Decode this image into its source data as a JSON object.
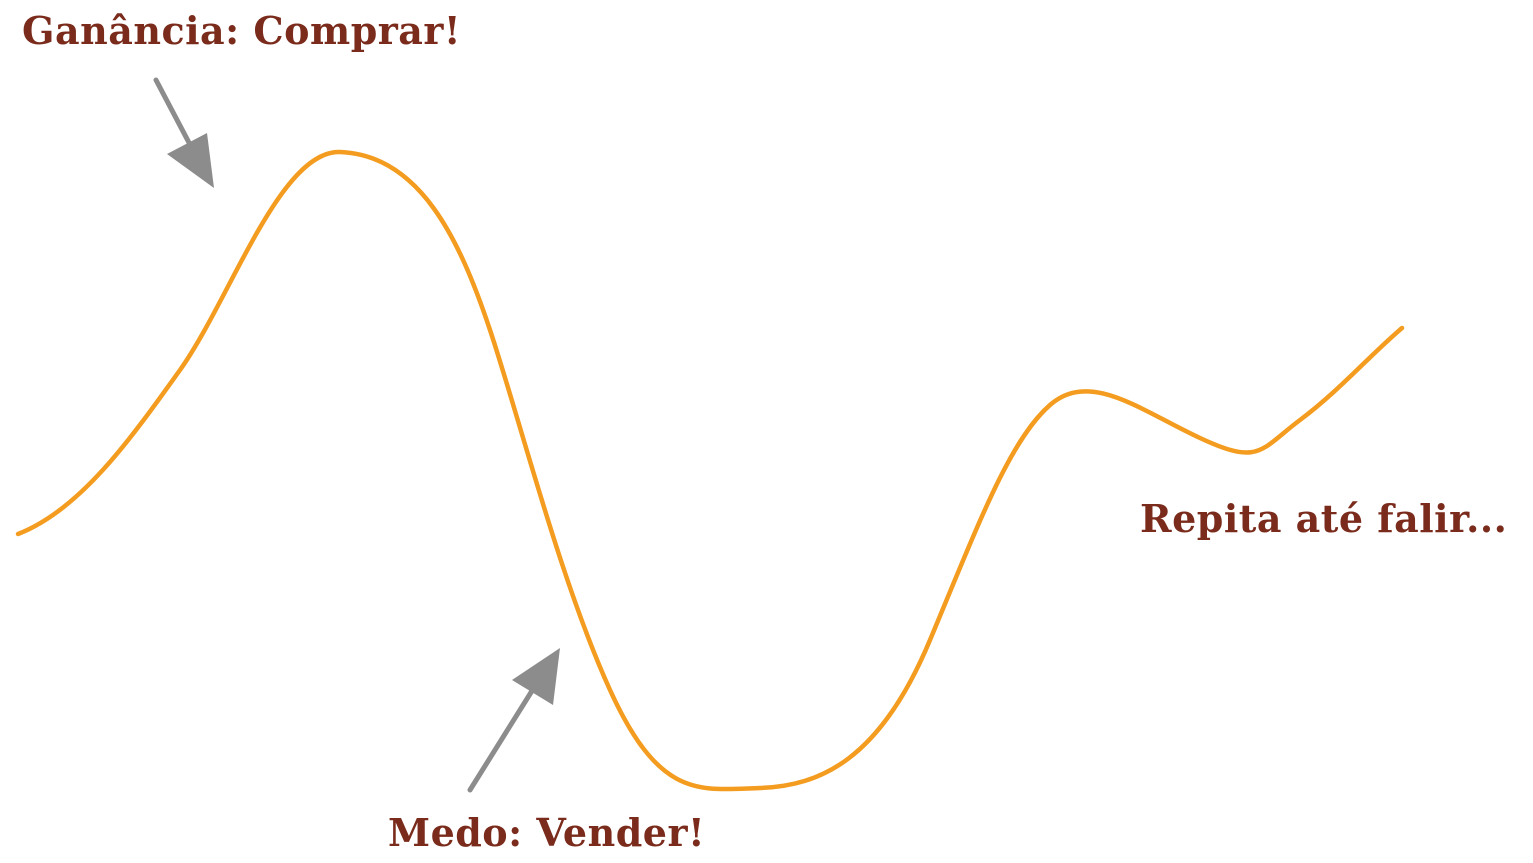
{
  "labels": {
    "greed": "Ganância: Comprar!",
    "fear": "Medo: Vender!",
    "repeat": "Repita até falir..."
  },
  "colors": {
    "curve": "#f39c1f",
    "arrow": "#8c8c8c",
    "text": "#7a2b1b",
    "background": "#ffffff"
  },
  "icons": {
    "arrow_greed": "arrow-down-right-icon",
    "arrow_fear": "arrow-up-right-icon"
  }
}
